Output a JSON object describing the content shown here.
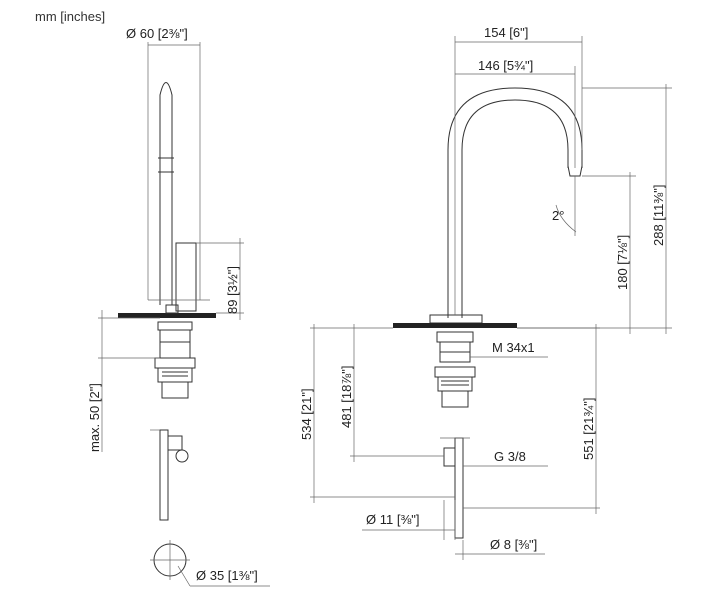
{
  "units_label": "mm [inches]",
  "dimensions": {
    "body_diameter": "Ø 60 [2⅜\"]",
    "body_height": "89 [3½\"]",
    "max_thickness": "max. 50 [2\"]",
    "flange_diameter": "Ø 35 [1⅜\"]",
    "spout_reach_outer": "154 [6\"]",
    "spout_reach_inner": "146 [5¾\"]",
    "spout_tilt": "2°",
    "spout_clearance": "180 [7⅛\"]",
    "spout_height": "288 [11⅜\"]",
    "mount_thread": "M 34x1",
    "hose_length_a": "534 [21\"]",
    "hose_length_b": "481 [18⅞\"]",
    "hose_length_c": "551 [21¾\"]",
    "connection_thread": "G 3/8",
    "hose_diameter_a": "Ø 11 [⅜\"]",
    "hose_diameter_b": "Ø 8 [⅜\"]"
  }
}
